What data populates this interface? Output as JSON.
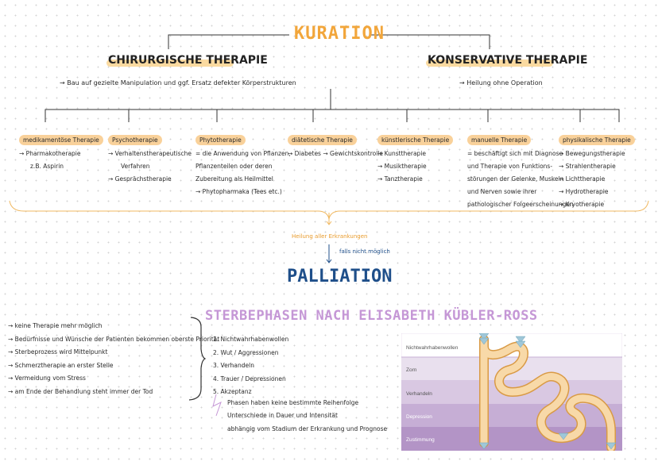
{
  "kuration": {
    "title": "KURATION",
    "chirurgisch": {
      "heading": "CHIRURGISCHE THERAPIE",
      "note": "→  Bau auf gezielte Manipulation und ggf. Ersatz defekter Körperstrukturen"
    },
    "konservativ": {
      "heading": "KONSERVATIVE THERAPIE",
      "note": "→  Heilung ohne Operation"
    },
    "categories": [
      {
        "label": "medikamentöse Therapie",
        "items": [
          "→  Pharmakotherapie",
          "z.B. Aspirin"
        ]
      },
      {
        "label": "Psychotherapie",
        "items": [
          "→  Verhaltenstherapeutische",
          "Verfahren",
          "→  Gesprächstherapie"
        ]
      },
      {
        "label": "Phytotherapie",
        "items": [
          "= die Anwendung von Pflanzen,",
          "Pflanzenteilen oder deren",
          "Zubereitung als Heilmittel",
          "→  Phytopharmaka (Tees etc.)"
        ]
      },
      {
        "label": "diätetische Therapie",
        "items": [
          "→  Diabetes → Gewichtskontrolle"
        ]
      },
      {
        "label": "künstlerische Therapie",
        "items": [
          "→  Kunsttherapie",
          "→  Musiktherapie",
          "→  Tanztherapie"
        ]
      },
      {
        "label": "manuelle Therapie",
        "items": [
          "= beschäftigt sich mit Diagnose",
          "und Therapie von Funktions-",
          "störungen der Gelenke, Muskeln",
          "und Nerven sowie ihrer",
          "pathologischer Folgeerscheinungen"
        ]
      },
      {
        "label": "physikalische Therapie",
        "items": [
          "→  Bewegungstherapie",
          "→  Strahlentherapie",
          "→  Lichttherapie",
          "→  Hydrotherapie",
          "→  Kryotherapie"
        ]
      }
    ]
  },
  "transition": {
    "orange": "Heilung aller Erkrankungen",
    "blue": "falls nicht möglich"
  },
  "palliation": {
    "title": "PALLIATION",
    "items": [
      "→  keine Therapie mehr möglich",
      "→  Bedürfnisse und Wünsche der Patienten bekommen oberste Priorität",
      "→  Sterbeprozess wird Mittelpunkt",
      "→  Schmerztherapie an erster Stelle",
      "→  Vermeidung vom Stress",
      "→  am Ende der Behandlung steht immer der Tod"
    ]
  },
  "kuebler_ross": {
    "title": "STERBEPHASEN NACH ELISABETH KÜBLER-ROSS",
    "phases": [
      "1.   Nichtwahrhabenwollen",
      "2.   Wut / Aggressionen",
      "3.   Verhandeln",
      "4.   Trauer / Depressionen",
      "5.   Akzeptanz"
    ],
    "extra": [
      "Phasen haben keine bestimmte Reihenfolge",
      "Unterschiede in Dauer und Intensität",
      "abhängig vom Stadium der Erkrankung und Prognose"
    ],
    "bands": [
      {
        "label": "Nichtwahrhabenwollen",
        "color": "#ffffff"
      },
      {
        "label": "Zorn",
        "color": "#e9e0ee"
      },
      {
        "label": "Verhandeln",
        "color": "#d9c8e2"
      },
      {
        "label": "Depression",
        "color": "#c6aed5"
      },
      {
        "label": "Zustimmung",
        "color": "#b394c6"
      }
    ]
  }
}
